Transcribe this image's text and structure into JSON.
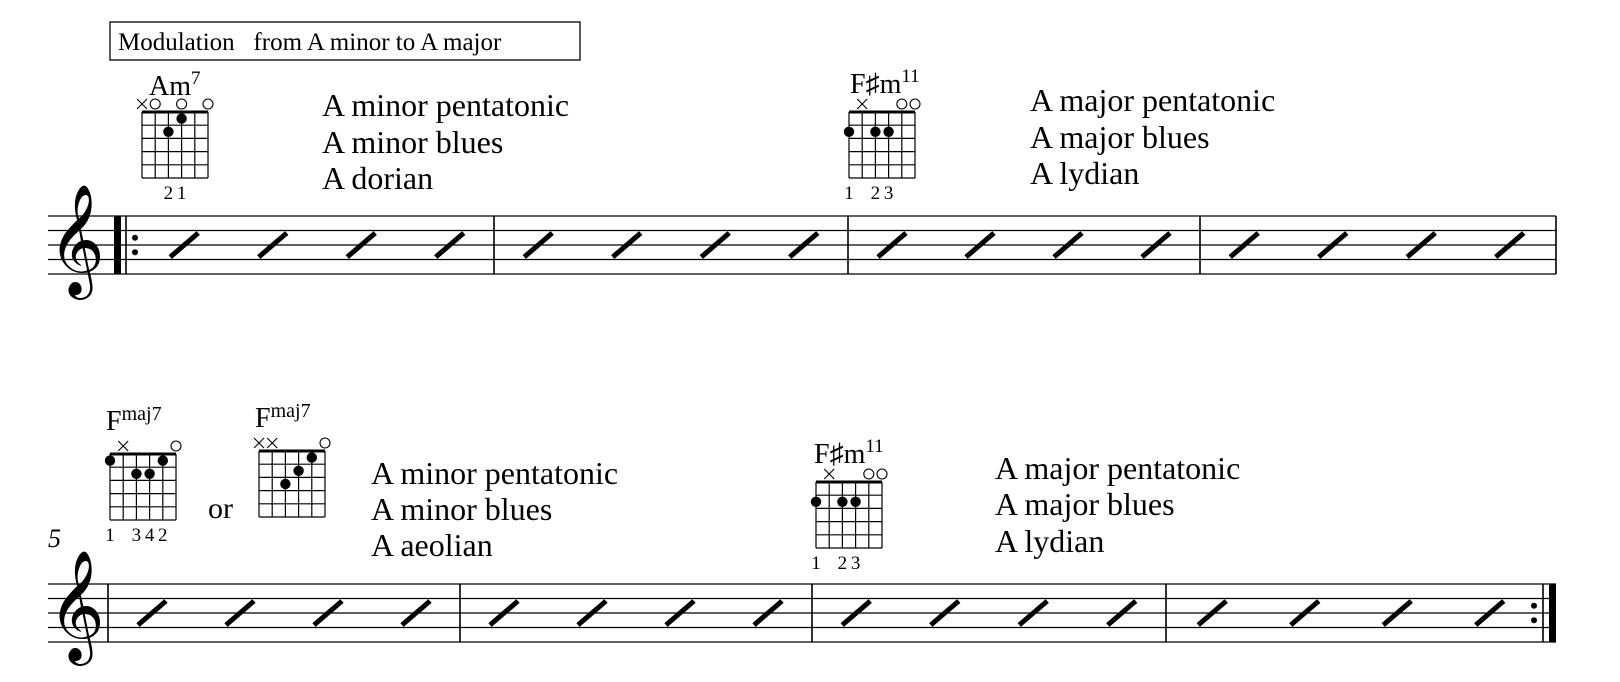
{
  "title_box": "Modulation   from A minor to A major",
  "measure_number": "5",
  "between_chords": "or",
  "rows": [
    {
      "chords": [
        {
          "name": {
            "root": "Am",
            "ext": "7"
          },
          "strings": [
            "x",
            "o",
            "",
            "o",
            "",
            "o"
          ],
          "dots": [
            {
              "string": 3,
              "fret": 2
            },
            {
              "string": 4,
              "fret": 1
            }
          ],
          "fingering": [
            "",
            "",
            "2",
            "1",
            "",
            ""
          ]
        },
        {
          "name": {
            "root": "F♯m",
            "ext": "11"
          },
          "strings": [
            "",
            "x",
            "",
            "",
            "o",
            "o"
          ],
          "dots": [
            {
              "string": 1,
              "fret": 2
            },
            {
              "string": 3,
              "fret": 2
            },
            {
              "string": 4,
              "fret": 2
            }
          ],
          "fingering": [
            "1",
            "",
            "2",
            "3",
            "",
            ""
          ]
        }
      ],
      "scales": [
        [
          "A minor pentatonic",
          "A minor blues",
          "A dorian"
        ],
        [
          "A major pentatonic",
          "A major blues",
          "A lydian"
        ]
      ]
    },
    {
      "chords": [
        {
          "name": {
            "root": "F",
            "ext": "maj7"
          },
          "strings": [
            "",
            "x",
            "",
            "",
            "",
            "o"
          ],
          "dots": [
            {
              "string": 1,
              "fret": 1
            },
            {
              "string": 3,
              "fret": 2
            },
            {
              "string": 4,
              "fret": 2
            },
            {
              "string": 5,
              "fret": 1
            }
          ],
          "fingering": [
            "1",
            "",
            "3",
            "4",
            "2",
            ""
          ]
        },
        {
          "name": {
            "root": "F",
            "ext": "maj7"
          },
          "strings": [
            "x",
            "x",
            "",
            "",
            "",
            "o"
          ],
          "dots": [
            {
              "string": 3,
              "fret": 3
            },
            {
              "string": 4,
              "fret": 2
            },
            {
              "string": 5,
              "fret": 1
            }
          ],
          "fingering": [
            "",
            "",
            "",
            "",
            "",
            ""
          ]
        },
        {
          "name": {
            "root": "F♯m",
            "ext": "11"
          },
          "strings": [
            "",
            "x",
            "",
            "",
            "o",
            "o"
          ],
          "dots": [
            {
              "string": 1,
              "fret": 2
            },
            {
              "string": 3,
              "fret": 2
            },
            {
              "string": 4,
              "fret": 2
            }
          ],
          "fingering": [
            "1",
            "",
            "2",
            "3",
            "",
            ""
          ]
        }
      ],
      "scales": [
        [
          "A minor pentatonic",
          "A minor blues",
          "A aeolian"
        ],
        [
          "A major pentatonic",
          "A major blues",
          "A lydian"
        ]
      ]
    }
  ],
  "system_1": {
    "measures": 4,
    "slashes_per_measure": 4,
    "start_repeat": true
  },
  "system_2": {
    "measures": 4,
    "slashes_per_measure": 4,
    "end_repeat": true
  }
}
